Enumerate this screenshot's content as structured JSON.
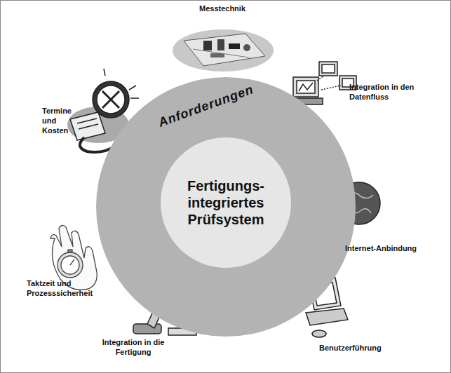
{
  "diagram": {
    "nodes": [
      {
        "text": [
          "Anforderungen"
        ]
      },
      {
        "text": [
          "Fertigungs- integriertes Prüfsystem"
        ],
        "in": 0
      }
    ],
    "labels": [
      "Messtechnik",
      "Integration in den Datenfluss",
      "Internet-Anbindung",
      "Benutzerführung",
      "Integration in die Fertigung",
      "Taktzeit und Prozesssicherheit",
      "Termine und Kosten"
    ]
  }
}
